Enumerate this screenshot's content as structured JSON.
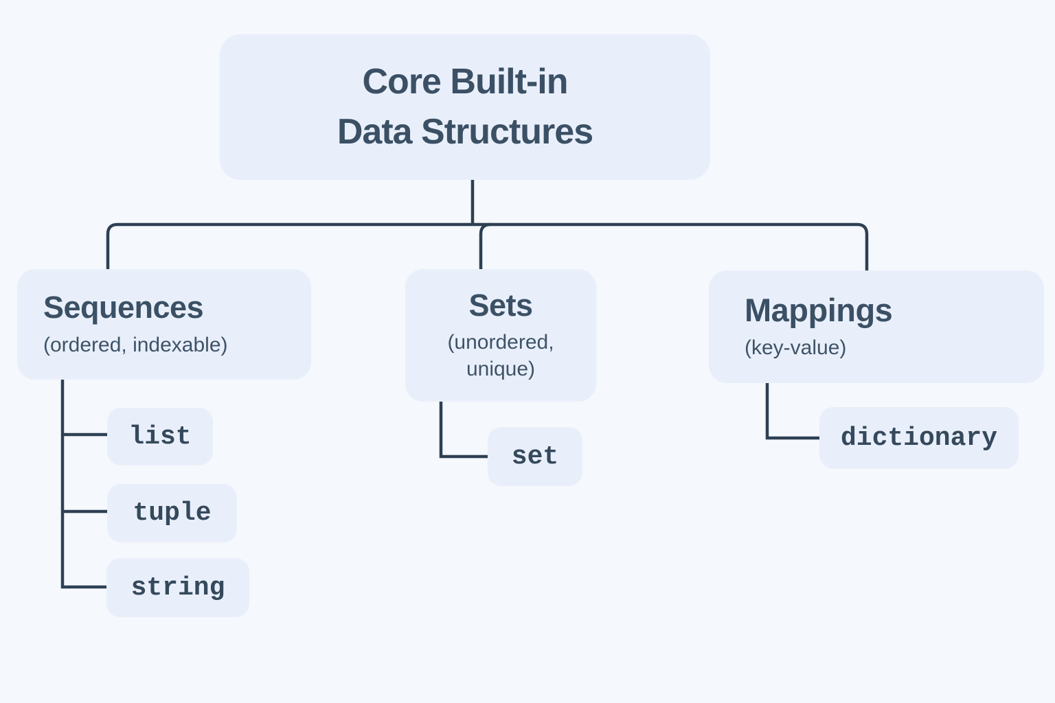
{
  "diagram": {
    "root": {
      "title": "Core Built-in\nData Structures"
    },
    "branches": [
      {
        "id": "sequences",
        "title": "Sequences",
        "subtitle": "(ordered, indexable)",
        "children": [
          {
            "label": "list"
          },
          {
            "label": "tuple"
          },
          {
            "label": "string"
          }
        ]
      },
      {
        "id": "sets",
        "title": "Sets",
        "subtitle": "(unordered,\nunique)",
        "children": [
          {
            "label": "set"
          }
        ]
      },
      {
        "id": "mappings",
        "title": "Mappings",
        "subtitle": "(key-value)",
        "children": [
          {
            "label": "dictionary"
          }
        ]
      }
    ],
    "colors": {
      "background": "#f5f8fc",
      "node_fill": "#e9effa",
      "heading_text": "#3b5065",
      "code_text": "#35495c",
      "connector_line": "#2e4053"
    }
  }
}
